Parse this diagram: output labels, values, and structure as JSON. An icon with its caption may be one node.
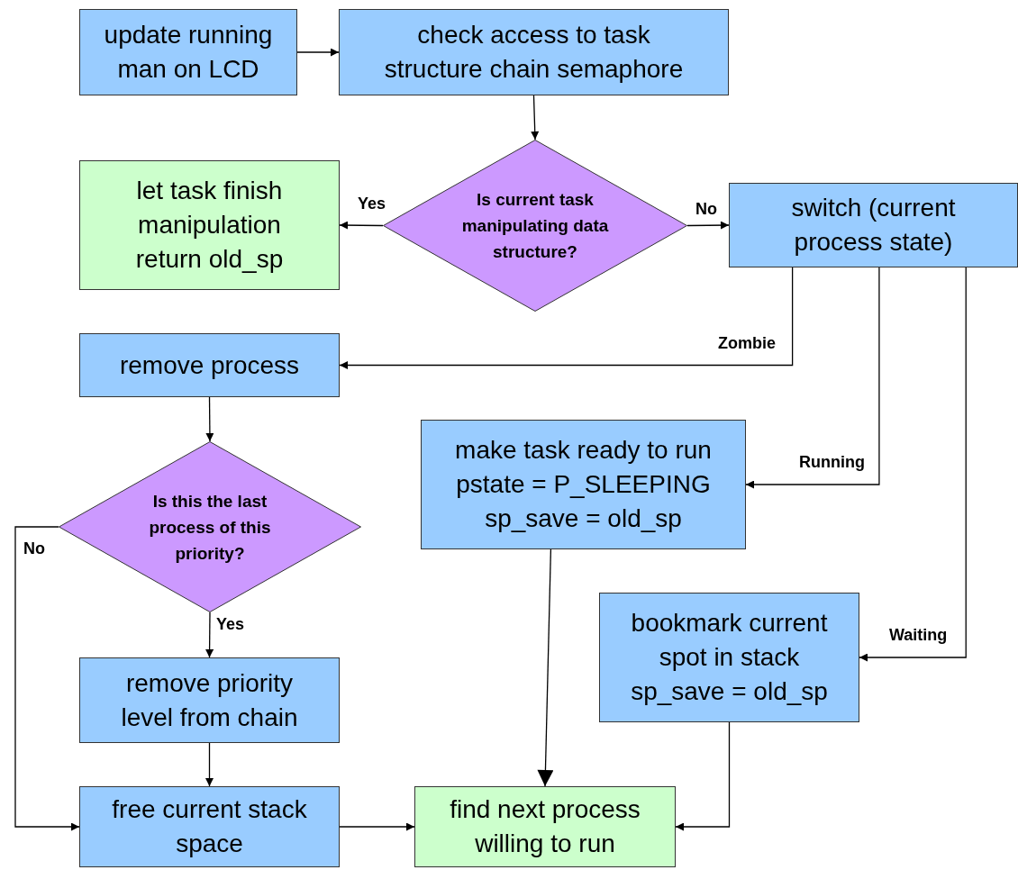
{
  "diagram": {
    "nodes": [
      {
        "text": [
          "update running man on LCD"
        ]
      },
      {
        "text": [
          "check access to task structure chain semaphore"
        ]
      },
      {
        "text": [
          "Is current task manipulating data structure?"
        ]
      },
      {
        "text": [
          "let task finish manipulation return old_sp"
        ]
      },
      {
        "text": [
          "switch (current process state)"
        ]
      },
      {
        "text": [
          "remove process"
        ]
      },
      {
        "text": [
          "Is this the last process of this priority?"
        ]
      },
      {
        "text": [
          "make task ready to run pstate = P_SLEEPING sp_save = old_sp"
        ]
      },
      {
        "text": [
          "bookmark current spot in stack sp_save = old_sp"
        ]
      },
      {
        "text": [
          "remove priority level from chain"
        ]
      },
      {
        "text": [
          "free current stack space"
        ]
      },
      {
        "text": [
          "find next process willing to run"
        ]
      }
    ],
    "edges": [
      {
        "from": 0,
        "to": 1,
        "arrow": "to"
      },
      {
        "from": 1,
        "to": 2,
        "arrow": "to"
      },
      {
        "from": 2,
        "to": 3,
        "arrow": "to",
        "label": "Yes"
      },
      {
        "from": 2,
        "to": 4,
        "arrow": "to",
        "label": "No"
      },
      {
        "from": 4,
        "to": 5,
        "arrow": "to",
        "label": "Zombie"
      },
      {
        "from": 4,
        "to": 7,
        "arrow": "to",
        "label": "Running"
      },
      {
        "from": 4,
        "to": 8,
        "arrow": "to",
        "label": "Waiting"
      },
      {
        "from": 5,
        "to": 6,
        "arrow": "to"
      },
      {
        "from": 6,
        "to": 9,
        "arrow": "to",
        "label": "Yes"
      },
      {
        "from": 6,
        "to": 10,
        "arrow": "to",
        "label": "No"
      },
      {
        "from": 9,
        "to": 10,
        "arrow": "to"
      },
      {
        "from": 10,
        "to": 11,
        "arrow": "to"
      },
      {
        "from": 7,
        "to": 11,
        "arrow": "to"
      },
      {
        "from": 8,
        "to": 11,
        "arrow": "to"
      }
    ]
  }
}
